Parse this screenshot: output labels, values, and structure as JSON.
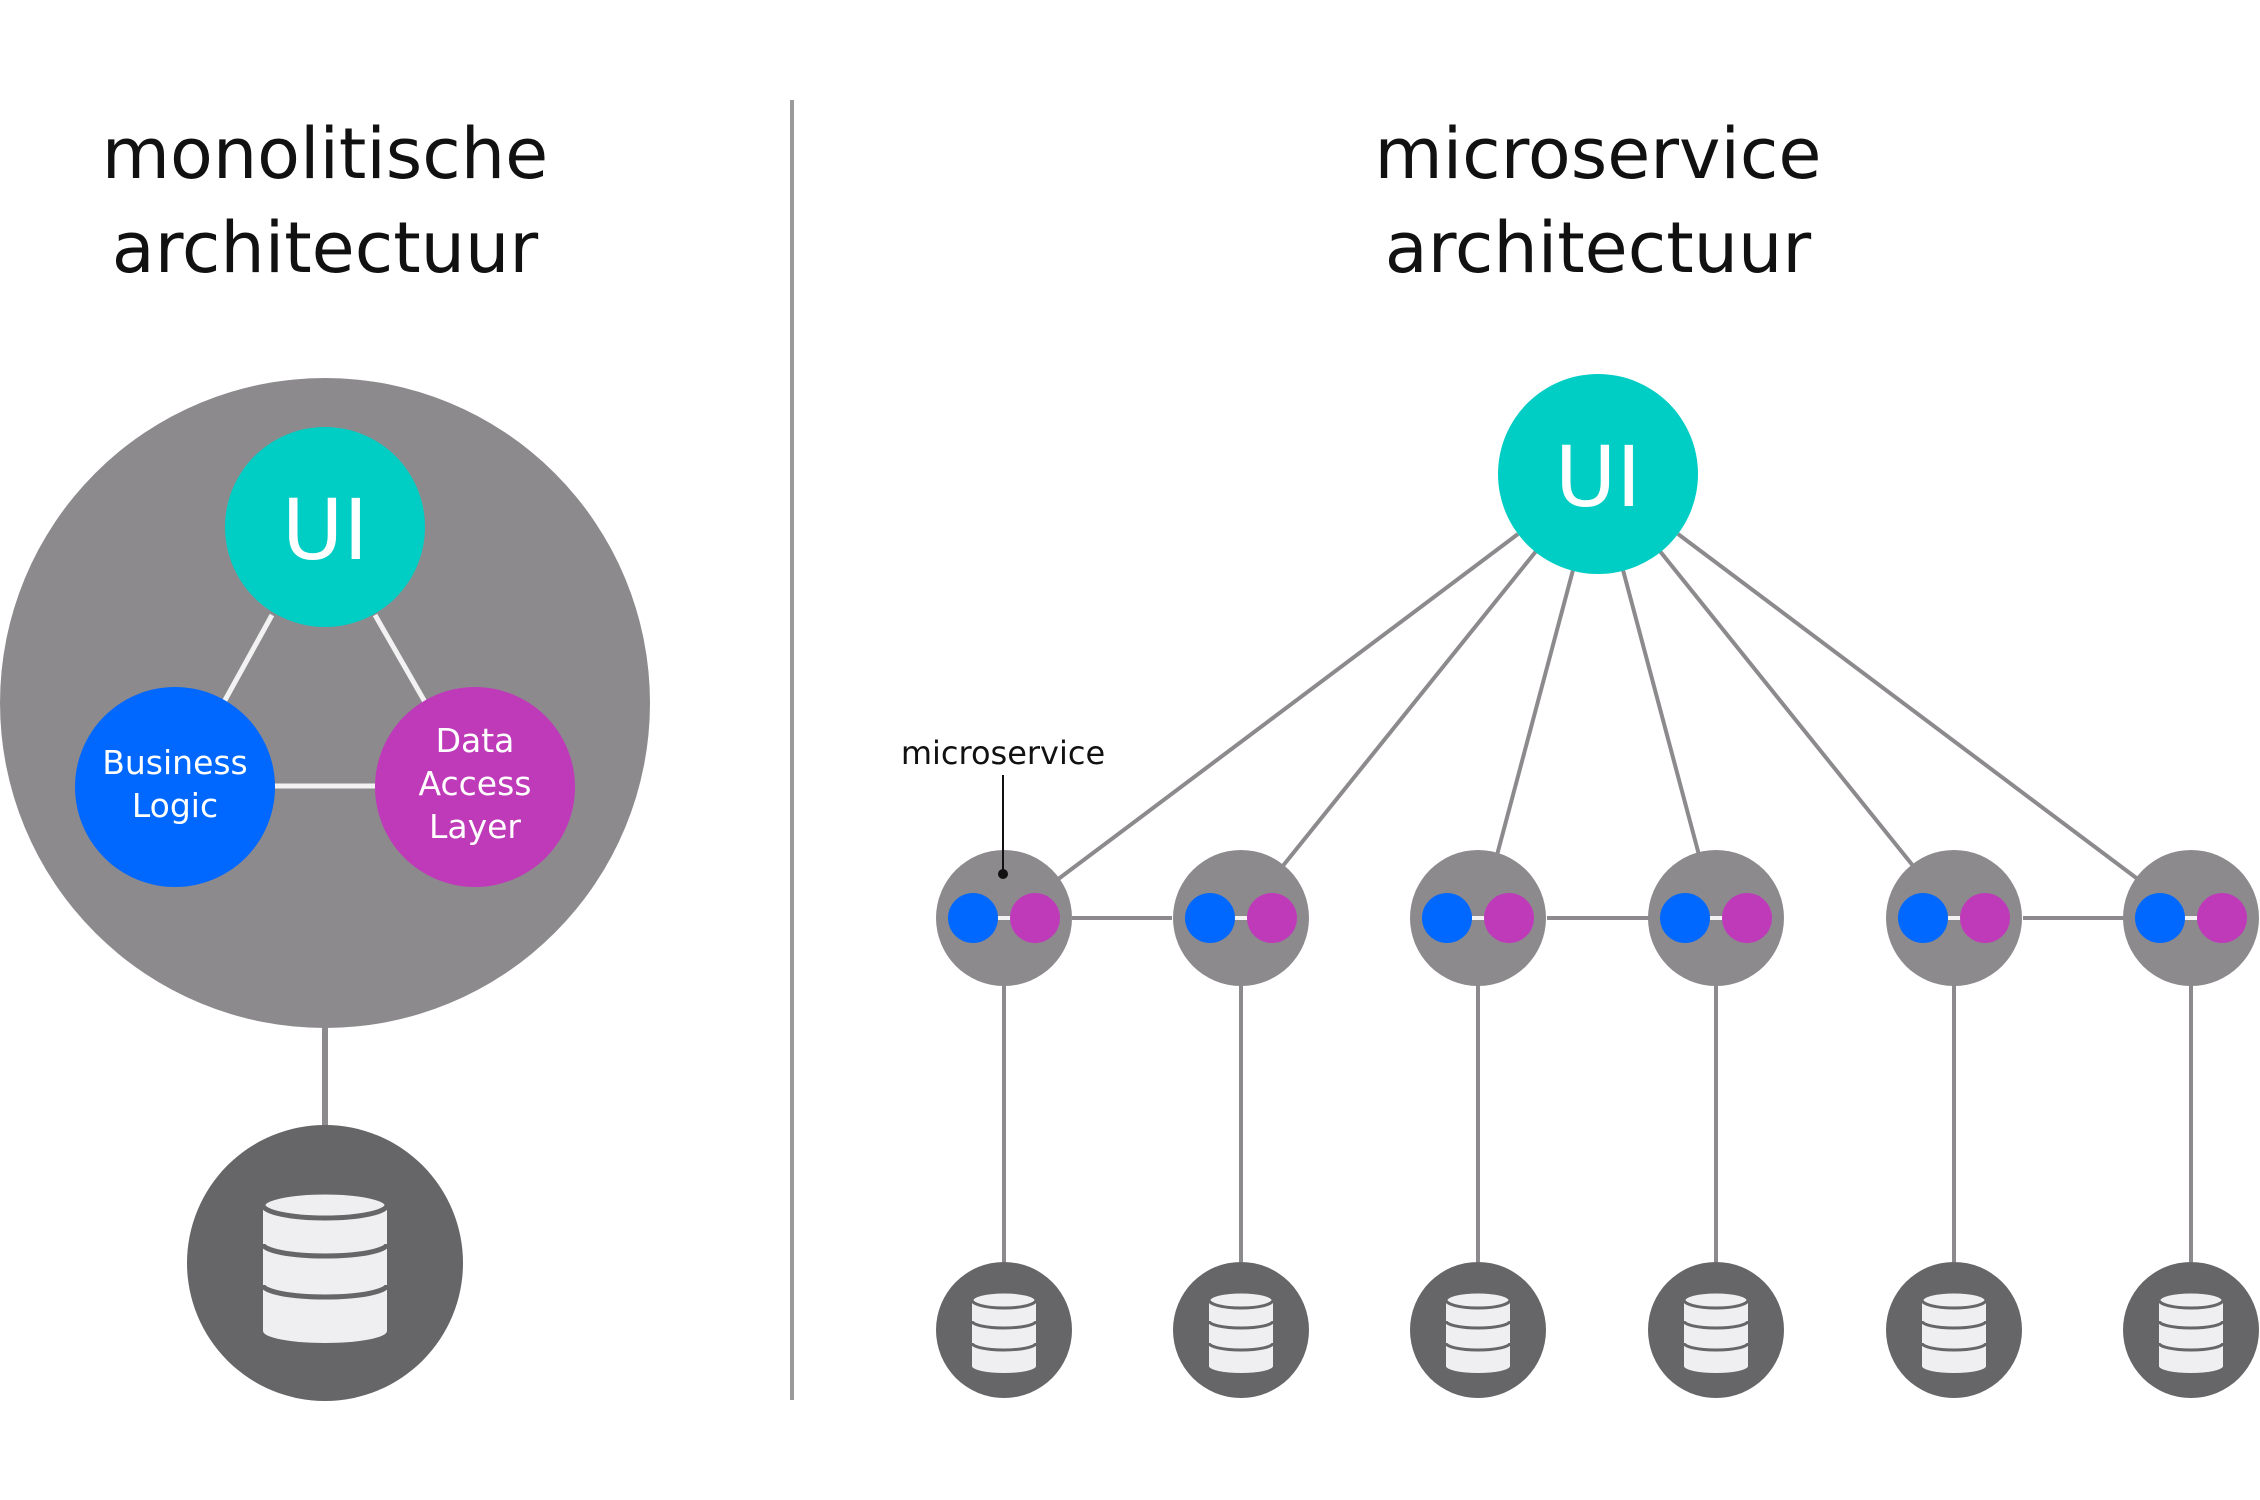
{
  "colors": {
    "container_gray": "#8c8a8d",
    "db_gray": "#666567",
    "ui_teal": "#00cdc4",
    "business_blue": "#0068ff",
    "data_purple": "#bf3ab9",
    "line_gray": "#8c8a8d",
    "divider_gray": "#9a999b",
    "disk_light": "#efeff1",
    "inner_line_white": "#f2f2f2"
  },
  "monolith": {
    "title_line1": "monolitische",
    "title_line2": "architectuur",
    "ui_label": "UI",
    "business_logic": [
      "Business",
      "Logic"
    ],
    "data_access_layer": [
      "Data",
      "Access",
      "Layer"
    ]
  },
  "microservices": {
    "title_line1": "microservice",
    "title_line2": "architectuur",
    "ui_label": "UI",
    "callout_label": "microservice",
    "service_count": 6
  }
}
